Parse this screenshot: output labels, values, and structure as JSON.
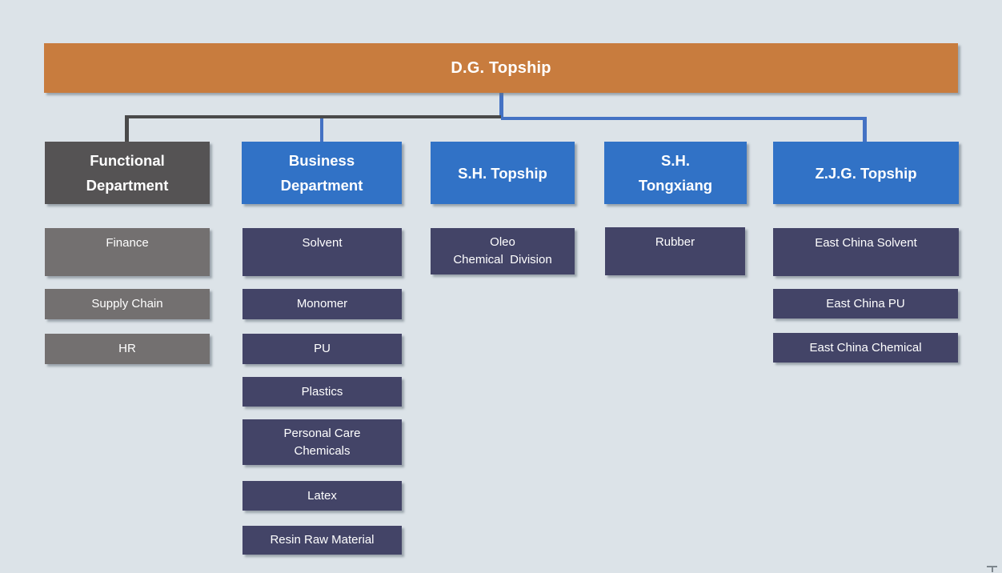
{
  "canvas": {
    "background": "#DCE3E8"
  },
  "colors": {
    "root_bg": "#C87C3E",
    "level2_blue": "#3172C6",
    "level2_gray": "#555354",
    "child_gray": "#737070",
    "child_navy": "#434467",
    "connector_blue": "#4472C4",
    "connector_gray": "#4A4A4A"
  },
  "root": {
    "label": "D.G. Topship"
  },
  "columns": [
    {
      "header": {
        "lines": [
          "Functional",
          "Department"
        ]
      },
      "children": [
        {
          "lines": [
            "Finance"
          ]
        },
        {
          "lines": [
            "Supply Chain"
          ]
        },
        {
          "lines": [
            "HR"
          ]
        }
      ]
    },
    {
      "header": {
        "lines": [
          "Business",
          "Department"
        ]
      },
      "children": [
        {
          "lines": [
            "Solvent"
          ]
        },
        {
          "lines": [
            "Monomer"
          ]
        },
        {
          "lines": [
            "PU"
          ]
        },
        {
          "lines": [
            "Plastics"
          ]
        },
        {
          "lines": [
            "Personal Care",
            "Chemicals"
          ]
        },
        {
          "lines": [
            "Latex"
          ]
        },
        {
          "lines": [
            "Resin Raw Material"
          ]
        }
      ]
    },
    {
      "header": {
        "lines": [
          "S.H. Topship"
        ]
      },
      "children": [
        {
          "lines": [
            "Oleo",
            "Chemical  Division"
          ]
        }
      ]
    },
    {
      "header": {
        "lines": [
          "S.H.",
          "Tongxiang"
        ]
      },
      "children": [
        {
          "lines": [
            "Rubber"
          ]
        }
      ]
    },
    {
      "header": {
        "lines": [
          "Z.J.G. Topship"
        ]
      },
      "children": [
        {
          "lines": [
            "East China Solvent"
          ]
        },
        {
          "lines": [
            "East China PU"
          ]
        },
        {
          "lines": [
            "East China Chemical"
          ]
        }
      ]
    }
  ]
}
